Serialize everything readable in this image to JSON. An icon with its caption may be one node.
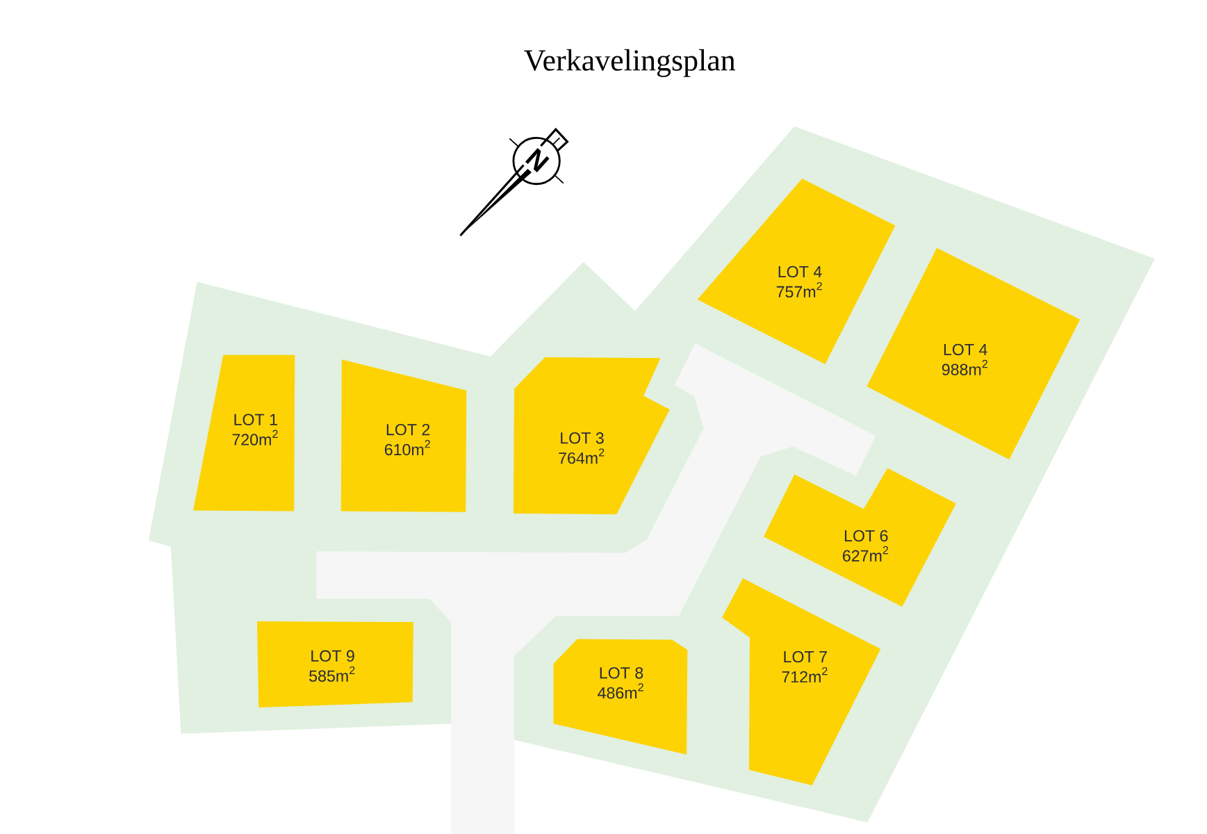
{
  "diagram": {
    "title": "Verkavelingsplan",
    "nodes": [
      {
        "text": [
          "LOT 1",
          "720m$^{2}$"
        ]
      },
      {
        "text": [
          "LOT 2",
          "610m$^{2}$"
        ]
      },
      {
        "text": [
          "LOT 3",
          "764m$^{2}$"
        ]
      },
      {
        "text": [
          "LOT 4",
          "757m$^{2}$"
        ]
      },
      {
        "text": [
          "LOT 4",
          "988m$^{2}$"
        ]
      },
      {
        "text": [
          "LOT 6",
          "627m$^{2}$"
        ]
      },
      {
        "text": [
          "LOT 7",
          "712m$^{2}$"
        ]
      },
      {
        "text": [
          "LOT 8",
          "486m$^{2}$"
        ]
      },
      {
        "text": [
          "LOT 9",
          "585m$^{2}$"
        ]
      }
    ],
    "labels": [
      "N"
    ]
  }
}
